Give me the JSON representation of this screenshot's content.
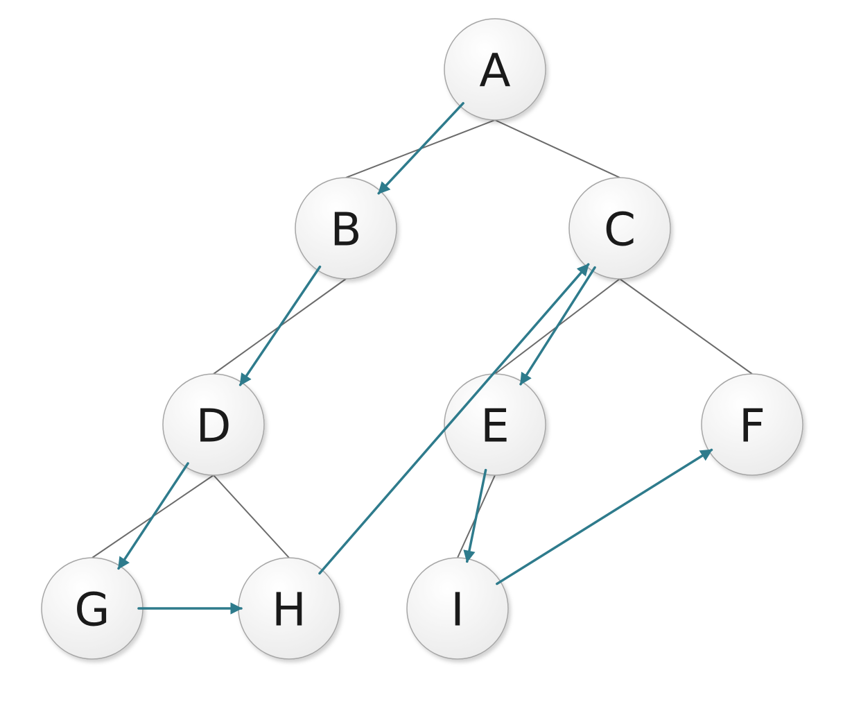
{
  "colors": {
    "node_fill_top": "#ffffff",
    "node_fill_bottom": "#ebebeb",
    "node_stroke": "#a6a6a6",
    "tree_edge": "#6b6b6b",
    "traversal_arrow": "#2e7b8c"
  },
  "nodes": [
    {
      "id": "A",
      "label": "A"
    },
    {
      "id": "B",
      "label": "B"
    },
    {
      "id": "C",
      "label": "C"
    },
    {
      "id": "D",
      "label": "D"
    },
    {
      "id": "E",
      "label": "E"
    },
    {
      "id": "F",
      "label": "F"
    },
    {
      "id": "G",
      "label": "G"
    },
    {
      "id": "H",
      "label": "H"
    },
    {
      "id": "I",
      "label": "I"
    }
  ],
  "tree_edges": [
    {
      "from": "A",
      "to": "B"
    },
    {
      "from": "A",
      "to": "C"
    },
    {
      "from": "B",
      "to": "D"
    },
    {
      "from": "C",
      "to": "E"
    },
    {
      "from": "C",
      "to": "F"
    },
    {
      "from": "D",
      "to": "G"
    },
    {
      "from": "D",
      "to": "H"
    },
    {
      "from": "E",
      "to": "I"
    }
  ],
  "traversal": [
    "A",
    "B",
    "D",
    "G",
    "H",
    "C",
    "E",
    "I",
    "F"
  ]
}
